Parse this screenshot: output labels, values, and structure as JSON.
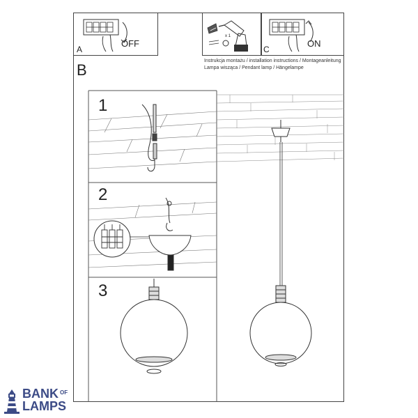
{
  "panels": {
    "a": {
      "letter": "A",
      "action": "OFF"
    },
    "c": {
      "letter": "C",
      "action": "ON"
    },
    "drill": {
      "qty": "x 1"
    }
  },
  "header": {
    "section_letter": "B",
    "instructions": [
      "Instrukcja montażu / installation instructions / Montageanleitung",
      "Lampa wisząca / Pendant lamp / Hängelampe"
    ]
  },
  "steps": [
    "1",
    "2",
    "3"
  ],
  "brand": {
    "line1": "BANK",
    "of": "OF",
    "line2": "LAMPS"
  },
  "colors": {
    "line": "#333333",
    "brand": "#3c4b86",
    "hatch": "#9a9a9a"
  }
}
